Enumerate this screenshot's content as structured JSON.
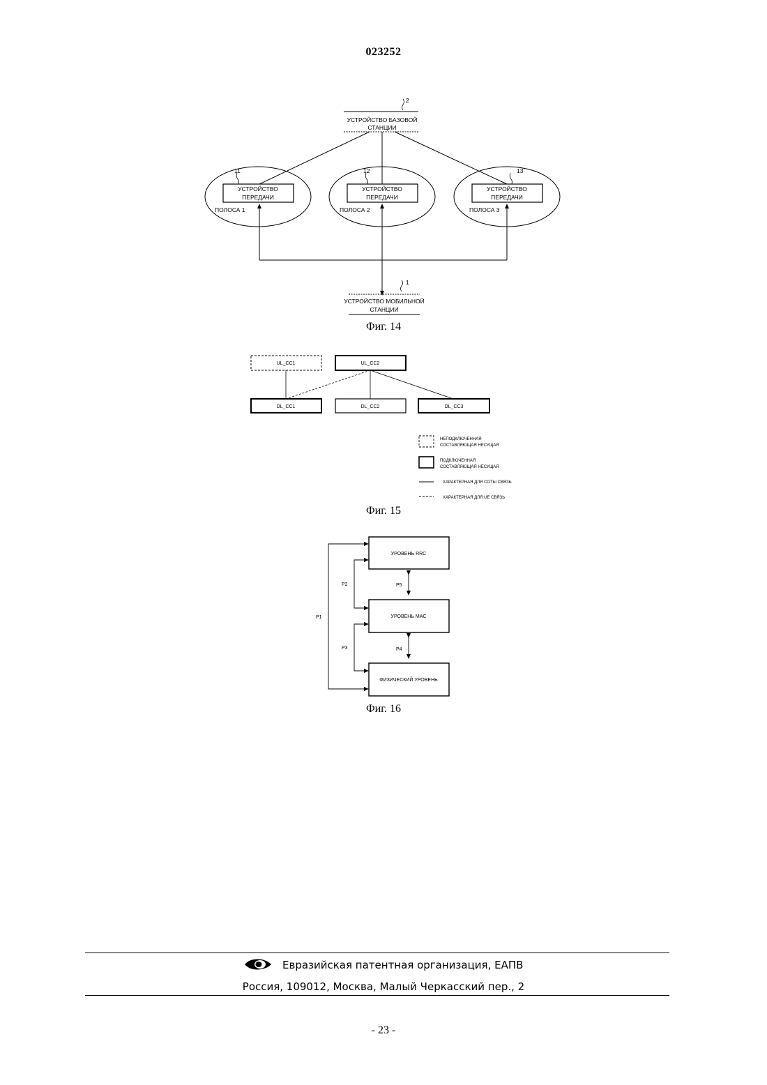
{
  "header": {
    "doc_number": "023252"
  },
  "fig14": {
    "caption": "Фиг. 14",
    "base_station": {
      "ref": "2",
      "line1": "УСТРОЙСТВО БАЗОВОЙ",
      "line2": "СТАНЦИИ"
    },
    "cells": [
      {
        "ref": "11",
        "box_line1": "УСТРОЙСТВО",
        "box_line2": "ПЕРЕДАЧИ",
        "band": "ПОЛОСА 1"
      },
      {
        "ref": "12",
        "box_line1": "УСТРОЙСТВО",
        "box_line2": "ПЕРЕДАЧИ",
        "band": "ПОЛОСА 2"
      },
      {
        "ref": "13",
        "box_line1": "УСТРОЙСТВО",
        "box_line2": "ПЕРЕДАЧИ",
        "band": "ПОЛОСА 3"
      }
    ],
    "mobile_station": {
      "ref": "1",
      "line1": "УСТРОЙСТВО МОБИЛЬНОЙ",
      "line2": "СТАНЦИИ"
    }
  },
  "fig15": {
    "caption": "Фиг. 15",
    "ul": [
      "UL_CC1",
      "UL_CC2"
    ],
    "dl": [
      "DL_CC1",
      "DL_CC2",
      "DL_CC3"
    ],
    "legend": {
      "unconnected_line1": "НЕПОДКЛЮЧЕННАЯ",
      "unconnected_line2": "СОСТАВЛЯЮЩАЯ НЕСУЩАЯ",
      "connected_line1": "ПОДКЛЮЧЕННАЯ",
      "connected_line2": "СОСТАВЛЯЮЩАЯ НЕСУЩАЯ",
      "cell_link": "ХАРАКТЕРНАЯ ДЛЯ СОТЫ СВЯЗЬ",
      "ue_link": "ХАРАКТЕРНАЯ ДЛЯ UE СВЯЗЬ"
    }
  },
  "fig16": {
    "caption": "Фиг. 16",
    "layers": [
      "УРОВЕНЬ RRC",
      "УРОВЕНЬ MAC",
      "ФИЗИЧЕСКИЙ УРОВЕНЬ"
    ],
    "paths": {
      "p1": "P1",
      "p2": "P2",
      "p3": "P3",
      "p4": "P4",
      "p5": "P5"
    }
  },
  "footer": {
    "org": "Евразийская патентная организация, ЕАПВ",
    "address": "Россия, 109012, Москва, Малый Черкасский пер., 2"
  },
  "page_number": "- 23 -"
}
